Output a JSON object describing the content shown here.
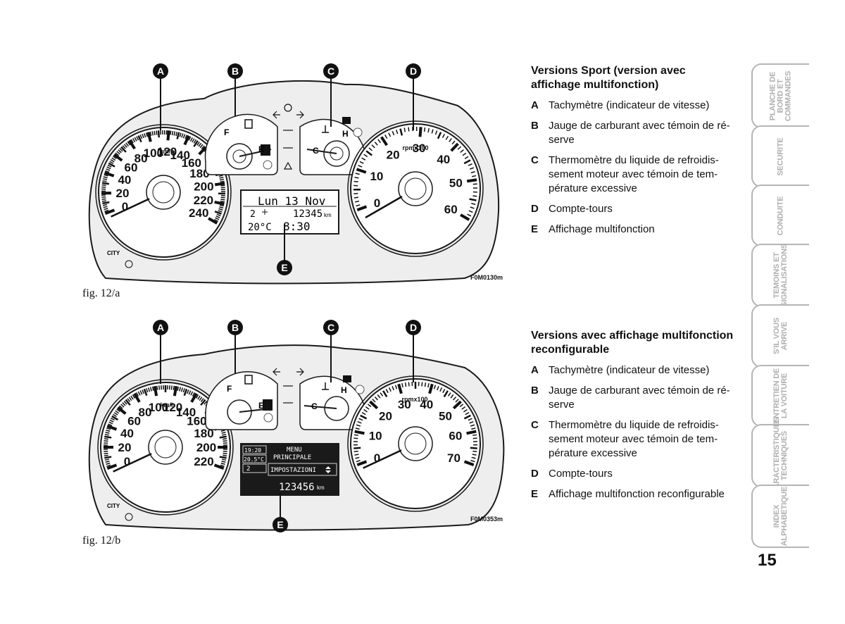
{
  "fig_a": {
    "caption": "fig. 12/a",
    "code": "F0M0130m",
    "labels": [
      "A",
      "B",
      "C",
      "D",
      "E"
    ],
    "speedo_numbers": [
      "0",
      "20",
      "40",
      "60",
      "80",
      "100",
      "120",
      "140",
      "160",
      "180",
      "200",
      "220",
      "240"
    ],
    "speedo_unit": "km/h",
    "rev_numbers": [
      "0",
      "10",
      "20",
      "30",
      "40",
      "50",
      "60"
    ],
    "rev_unit": "rpmx100",
    "fuel_full": "F",
    "fuel_empty": "E",
    "temp_hot": "H",
    "temp_cold": "C",
    "city": "CITY",
    "display": {
      "date": "Lun 13 Nov",
      "gear": "2",
      "odometer": "12345",
      "odometer_unit": "km",
      "temperature": "20°C",
      "time": "8:30"
    }
  },
  "fig_b": {
    "caption": "fig. 12/b",
    "code": "F0M0353m",
    "labels": [
      "A",
      "B",
      "C",
      "D",
      "E"
    ],
    "speedo_numbers": [
      "0",
      "20",
      "40",
      "60",
      "80",
      "100",
      "120",
      "140",
      "160",
      "180",
      "200",
      "220"
    ],
    "speedo_unit": "km/h",
    "rev_numbers": [
      "0",
      "10",
      "20",
      "30",
      "40",
      "50",
      "60",
      "70"
    ],
    "rev_unit": "rpmx100",
    "fuel_full": "F",
    "fuel_empty": "E",
    "temp_hot": "H",
    "temp_cold": "C",
    "city": "CITY",
    "display": {
      "time": "19:20",
      "temperature": "20.5°C",
      "gear": "2",
      "menu_line1": "MENU",
      "menu_line2": "PRINCIPALE",
      "menu_item": "IMPOSTAZIONI",
      "odometer": "123456",
      "odometer_unit": "km"
    }
  },
  "section1": {
    "title": "Versions Sport (version avec affichage multifonction)",
    "items": [
      {
        "letter": "A",
        "text": "Tachymètre (indicateur de vitesse)"
      },
      {
        "letter": "B",
        "text": "Jauge de carburant avec témoin de ré-serve"
      },
      {
        "letter": "C",
        "text": "Thermomètre du liquide de refroidis-sement moteur avec témoin de tem-pérature excessive"
      },
      {
        "letter": "D",
        "text": "Compte-tours"
      },
      {
        "letter": "E",
        "text": "Affichage multifonction"
      }
    ]
  },
  "section2": {
    "title": "Versions avec affichage multifonction reconfigurable",
    "items": [
      {
        "letter": "A",
        "text": "Tachymètre (indicateur de vitesse)"
      },
      {
        "letter": "B",
        "text": "Jauge de carburant avec témoin de ré-serve"
      },
      {
        "letter": "C",
        "text": "Thermomètre du liquide de refroidis-sement moteur avec témoin de tem-pérature excessive"
      },
      {
        "letter": "D",
        "text": "Compte-tours"
      },
      {
        "letter": "E",
        "text": "Affichage multifonction reconfigurable"
      }
    ]
  },
  "tabs": [
    {
      "label": "PLANCHE DE\nBORD ET\nCOMMANDES",
      "active": true
    },
    {
      "label": "SECURITE",
      "active": false
    },
    {
      "label": "CONDUITE",
      "active": false
    },
    {
      "label": "TEMOINS ET\nSIGNALISATIONS",
      "active": false
    },
    {
      "label": "S'IL VOUS\nARRIVE",
      "active": false
    },
    {
      "label": "ENTRETIEN DE\nLA VOITURE",
      "active": false
    },
    {
      "label": "CARACTERISTIQUES\nTECHNIQUES",
      "active": false
    },
    {
      "label": "INDEX\nALPHABETIQUE",
      "active": false
    }
  ],
  "page_number": "15",
  "colors": {
    "panel": "#eeeeee",
    "ink": "#1a1a1a",
    "active_tab": "#2e2e2e",
    "inactive_tab_text": "#b0b0b0"
  }
}
